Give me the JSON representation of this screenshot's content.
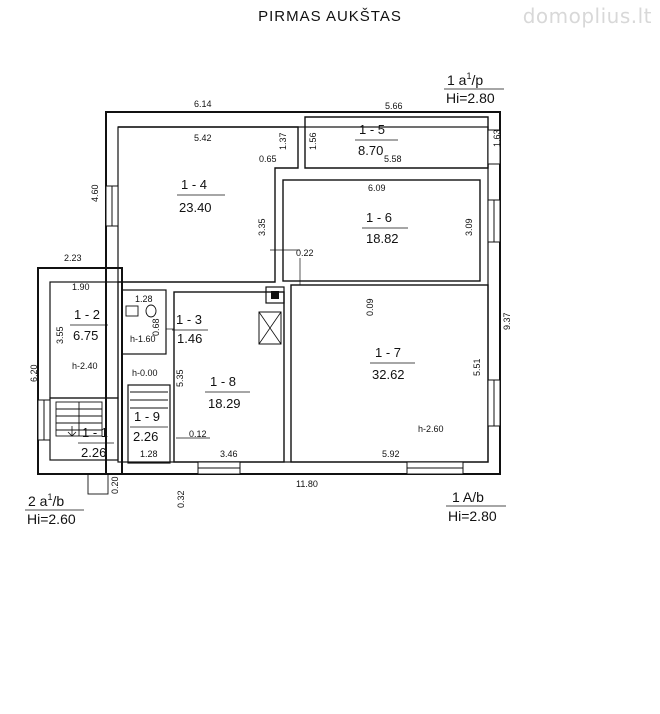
{
  "header": {
    "title": "PIRMAS AUKŠTAS",
    "watermark": "domoplius.lt"
  },
  "level_labels": {
    "top_right": {
      "code": "1 a",
      "sup": "1",
      "suffix": "/p",
      "height": "Hi=2.80"
    },
    "bottom_left": {
      "code": "2 a",
      "sup": "1",
      "suffix": "/b",
      "height": "Hi=2.60"
    },
    "bottom_right": {
      "code": "1 A/b",
      "height": "Hi=2.80"
    }
  },
  "rooms": {
    "r1_1": {
      "id": "1 - 1",
      "area": "2.26"
    },
    "r1_2": {
      "id": "1 - 2",
      "area": "6.75"
    },
    "r1_3": {
      "id": "1 - 3",
      "area": "1.46"
    },
    "r1_4": {
      "id": "1 - 4",
      "area": "23.40"
    },
    "r1_5": {
      "id": "1 - 5",
      "area": "8.70"
    },
    "r1_6": {
      "id": "1 - 6",
      "area": "18.82"
    },
    "r1_7": {
      "id": "1 - 7",
      "area": "32.62"
    },
    "r1_8": {
      "id": "1 - 8",
      "area": "18.29"
    },
    "r1_9": {
      "id": "1 - 9",
      "area": "2.26"
    }
  },
  "heights": {
    "h_2_40": "h-2.40",
    "h_1_60": "h-1.60",
    "h_0_00": "h-0.00",
    "h_2_60": "h-2.60"
  },
  "dimensions": {
    "d614": "6.14",
    "d566": "5.66",
    "d542": "5.42",
    "d558": "5.58",
    "d609": "6.09",
    "d163": "1.63",
    "d156": "1.56",
    "d137": "1.37",
    "d065": "0.65",
    "d460": "4.60",
    "d335": "3.35",
    "d022": "0.22",
    "d309": "3.09",
    "d223": "2.23",
    "d190": "1.90",
    "d355": "3.55",
    "d620": "6.20",
    "d128a": "1.28",
    "d068": "0.68",
    "d009": "0.09",
    "d937": "9.37",
    "d535": "5.35",
    "d551": "5.51",
    "d012": "0.12",
    "d128b": "1.28",
    "d346": "3.46",
    "d592": "5.92",
    "d020": "0.20",
    "d032": "0.32",
    "d1180": "11.80"
  }
}
